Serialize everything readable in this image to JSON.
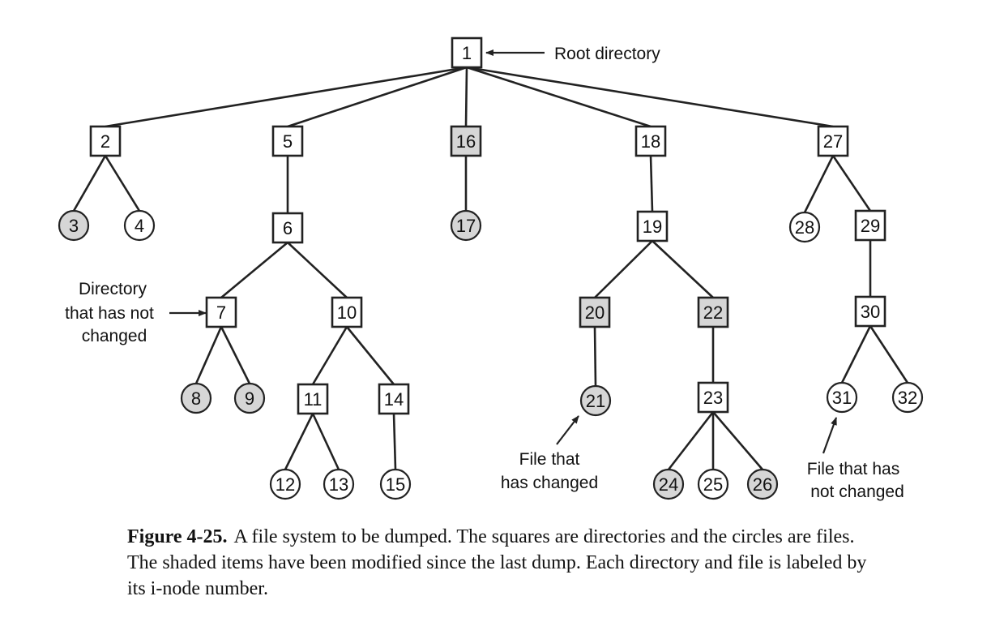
{
  "colors": {
    "shaded": "#d6d6d6",
    "unshaded": "#ffffff",
    "stroke": "#222222"
  },
  "nodes": [
    {
      "id": "1",
      "label": "1",
      "kind": "directory",
      "shaded": false
    },
    {
      "id": "2",
      "label": "2",
      "kind": "directory",
      "shaded": false
    },
    {
      "id": "5",
      "label": "5",
      "kind": "directory",
      "shaded": false
    },
    {
      "id": "16",
      "label": "16",
      "kind": "directory",
      "shaded": true
    },
    {
      "id": "18",
      "label": "18",
      "kind": "directory",
      "shaded": false
    },
    {
      "id": "27",
      "label": "27",
      "kind": "directory",
      "shaded": false
    },
    {
      "id": "3",
      "label": "3",
      "kind": "file",
      "shaded": true
    },
    {
      "id": "4",
      "label": "4",
      "kind": "file",
      "shaded": false
    },
    {
      "id": "6",
      "label": "6",
      "kind": "directory",
      "shaded": false
    },
    {
      "id": "17",
      "label": "17",
      "kind": "file",
      "shaded": true
    },
    {
      "id": "19",
      "label": "19",
      "kind": "directory",
      "shaded": false
    },
    {
      "id": "28",
      "label": "28",
      "kind": "file",
      "shaded": false
    },
    {
      "id": "29",
      "label": "29",
      "kind": "directory",
      "shaded": false
    },
    {
      "id": "7",
      "label": "7",
      "kind": "directory",
      "shaded": false
    },
    {
      "id": "10",
      "label": "10",
      "kind": "directory",
      "shaded": false
    },
    {
      "id": "20",
      "label": "20",
      "kind": "directory",
      "shaded": true
    },
    {
      "id": "22",
      "label": "22",
      "kind": "directory",
      "shaded": true
    },
    {
      "id": "30",
      "label": "30",
      "kind": "directory",
      "shaded": false
    },
    {
      "id": "8",
      "label": "8",
      "kind": "file",
      "shaded": true
    },
    {
      "id": "9",
      "label": "9",
      "kind": "file",
      "shaded": true
    },
    {
      "id": "11",
      "label": "11",
      "kind": "directory",
      "shaded": false
    },
    {
      "id": "14",
      "label": "14",
      "kind": "directory",
      "shaded": false
    },
    {
      "id": "21",
      "label": "21",
      "kind": "file",
      "shaded": true
    },
    {
      "id": "23",
      "label": "23",
      "kind": "directory",
      "shaded": false
    },
    {
      "id": "31",
      "label": "31",
      "kind": "file",
      "shaded": false
    },
    {
      "id": "32",
      "label": "32",
      "kind": "file",
      "shaded": false
    },
    {
      "id": "12",
      "label": "12",
      "kind": "file",
      "shaded": false
    },
    {
      "id": "13",
      "label": "13",
      "kind": "file",
      "shaded": false
    },
    {
      "id": "15",
      "label": "15",
      "kind": "file",
      "shaded": false
    },
    {
      "id": "24",
      "label": "24",
      "kind": "file",
      "shaded": true
    },
    {
      "id": "25",
      "label": "25",
      "kind": "file",
      "shaded": false
    },
    {
      "id": "26",
      "label": "26",
      "kind": "file",
      "shaded": true
    }
  ],
  "edges": [
    [
      "1",
      "2"
    ],
    [
      "1",
      "5"
    ],
    [
      "1",
      "16"
    ],
    [
      "1",
      "18"
    ],
    [
      "1",
      "27"
    ],
    [
      "2",
      "3"
    ],
    [
      "2",
      "4"
    ],
    [
      "5",
      "6"
    ],
    [
      "16",
      "17"
    ],
    [
      "18",
      "19"
    ],
    [
      "27",
      "28"
    ],
    [
      "27",
      "29"
    ],
    [
      "6",
      "7"
    ],
    [
      "6",
      "10"
    ],
    [
      "19",
      "20"
    ],
    [
      "19",
      "22"
    ],
    [
      "29",
      "30"
    ],
    [
      "7",
      "8"
    ],
    [
      "7",
      "9"
    ],
    [
      "10",
      "11"
    ],
    [
      "10",
      "14"
    ],
    [
      "20",
      "21"
    ],
    [
      "22",
      "23"
    ],
    [
      "30",
      "31"
    ],
    [
      "30",
      "32"
    ],
    [
      "11",
      "12"
    ],
    [
      "11",
      "13"
    ],
    [
      "14",
      "15"
    ],
    [
      "23",
      "24"
    ],
    [
      "23",
      "25"
    ],
    [
      "23",
      "26"
    ]
  ],
  "annotations": {
    "root": [
      "Root directory"
    ],
    "dir_unchanged": [
      "Directory",
      "that has not",
      "changed"
    ],
    "file_changed": [
      "File that",
      "has changed"
    ],
    "file_unchanged": [
      "File that has",
      "not changed"
    ]
  },
  "caption": {
    "label": "Figure 4-25.",
    "text": "A file system to be dumped. The squares are directories and the circles are files.  The shaded items have been modified since the last dump. Each directory and file is labeled by its i-node number."
  }
}
